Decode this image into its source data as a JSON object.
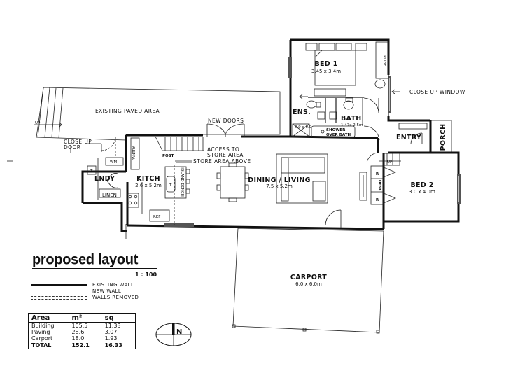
{
  "title": "proposed layout",
  "scale": "1 : 100",
  "legend": [
    {
      "style": "existing",
      "label": "EXISTING WALL"
    },
    {
      "style": "new",
      "label": "NEW WALL"
    },
    {
      "style": "removed",
      "label": "WALLS REMOVED"
    }
  ],
  "area_table": {
    "headers": [
      "Area",
      "m²",
      "sq"
    ],
    "rows": [
      {
        "name": "Building",
        "m2": "105.5",
        "sq": "11.33"
      },
      {
        "name": "Paving",
        "m2": "28.6",
        "sq": "3.07"
      },
      {
        "name": "Carport",
        "m2": "18.0",
        "sq": "1.93"
      }
    ],
    "total": {
      "name": "TOTAL",
      "m2": "152.1",
      "sq": "16.33"
    }
  },
  "compass": {
    "label": "N"
  },
  "rooms": {
    "bed1": {
      "name": "BED 1",
      "dims": "3.45 x 3.4m"
    },
    "robe": {
      "name": "ROBE"
    },
    "ensuite": {
      "name": "ENS."
    },
    "bath": {
      "name": "BATH",
      "dims": "1.47x 2.5m"
    },
    "shower": {
      "line1": "SHOWER",
      "line2": "OVER BATH"
    },
    "void": {
      "label": "0.9 x 0.9"
    },
    "entry": {
      "name": "ENTRY"
    },
    "porch": {
      "name": "PORCH"
    },
    "bed2": {
      "name": "BED 2",
      "dims": "3.0 x 4.0m"
    },
    "desk": {
      "name": "DESK"
    },
    "robe_r1": {
      "name": "R"
    },
    "robe_r2": {
      "name": "R"
    },
    "kitchen": {
      "name": "KITCH",
      "dims": "2.6 x 5.2m"
    },
    "island": {
      "name": "ISLAND BENCH"
    },
    "pantry": {
      "name": "PANTRY"
    },
    "laundry": {
      "name": "LNDY"
    },
    "linen": {
      "name": "LINEN"
    },
    "wm": {
      "name": "WM"
    },
    "tub": {
      "name": "T"
    },
    "sink": {
      "name": "T"
    },
    "ref": {
      "name": "REF"
    },
    "dining": {
      "name": "DINING / LIVING",
      "dims": "7.5 x 5.2m"
    },
    "carport": {
      "name": "CARPORT",
      "dims": "6.0 x 6.0m"
    },
    "paved": {
      "name": "EXISTING PAVED AREA"
    }
  },
  "notes": {
    "close_window": "CLOSE UP WINDOW",
    "close_door_1": "CLOSE UP",
    "close_door_2": "DOOR",
    "new_doors": "NEW DOORS",
    "access_1": "ACCESS TO",
    "access_2": "STORE AREA",
    "store_above": "STORE AREA ABOVE",
    "post": "POST",
    "up_paved": "UP",
    "up_bed2": "UP"
  }
}
